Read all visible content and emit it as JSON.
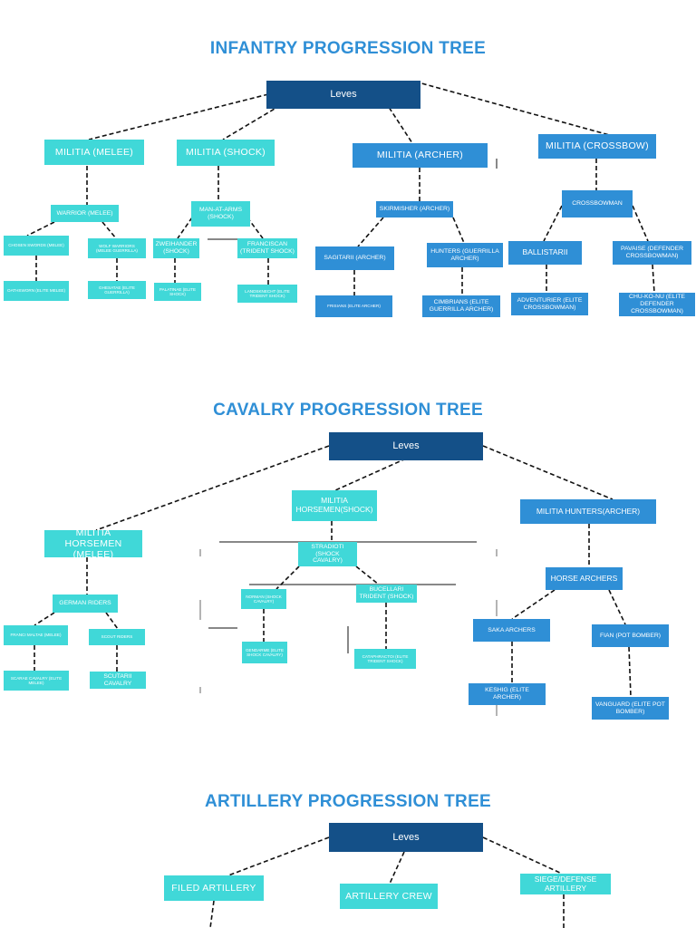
{
  "infantry": {
    "title": "INFANTRY PROGRESSION TREE",
    "root": "Leves",
    "militia_melee": "MILITIA (MELEE)",
    "militia_shock": "MILITIA (SHOCK)",
    "militia_archer": "MILITIA (ARCHER)",
    "militia_crossbow": "MILITIA (CROSSBOW)",
    "warrior_melee": "WARRIOR (MELEE)",
    "chosen_swords": "CHOSEN SWORDS (MELEE)",
    "wolf_warriors": "WOLF WARRIORS (MELEE GUERRILLA)",
    "oathsworn": "OATHSWORN (ELITE MELEE)",
    "ghesatae": "GHESATAE (ELITE GUERRILLA)",
    "man_at_arms": "MAN-AT-ARMS (SHOCK)",
    "zweihander": "ZWEIHANDER (SHOCK)",
    "franciscan": "FRANCISCAN (TRIDENT SHOCK)",
    "palatinae": "PALATINAE (ELITE SHOCK)",
    "landsknecht": "LANDSKNECHT (ELITE TRIDENT SHOCK)",
    "skirmisher": "SKIRMISHER (ARCHER)",
    "sagitarii": "SAGITARII (ARCHER)",
    "hunters": "HUNTERS (GUERRILLA ARCHER)",
    "frisians": "FRISIANS (ELITE ARCHER)",
    "cimbrians": "CIMBRIANS (ELITE GUERRILLA ARCHER)",
    "crossbowman": "CROSSBOWMAN",
    "ballistarii": "BALLISTARII",
    "pavaise": "PAVAISE (DEFENDER CROSSBOWMAN)",
    "adventurier": "ADVENTURIER (ELITE CROSSBOWMAN)",
    "chu_ko_nu": "CHU-KO-NU (ELITE DEFENDER CROSSBOWMAN)"
  },
  "cavalry": {
    "title": "CAVALRY PROGRESSION TREE",
    "root": "Leves",
    "militia_horsemen_melee": "MILITIA HORSEMEN (MELEE)",
    "militia_horsemen_shock": "MILITIA HORSEMEN(SHOCK)",
    "militia_hunters_archer": "MILITIA HUNTERS(ARCHER)",
    "german_riders": "GERMAN RIDERS",
    "frankish_maltae": "FRANCI MALTAE (MELEE)",
    "scout_riders": "SCOUT RIDERS",
    "scarae_cavalry": "SCARAE CAVALRY (ELITE MELEE)",
    "scutarii_cavalry": "SCUTARII CAVALRY",
    "stradioti": "STRADIOTI (SHOCK CAVALRY)",
    "norman_shock": "NORMAN (SHOCK CAVALRY)",
    "bucellari": "BUCELLARI TRIDENT (SHOCK)",
    "gendarme": "GENDARME (ELITE SHOCK CAVALRY)",
    "cataphractoi": "CATAPHRACTOI (ELITE TRIDENT SHOCK)",
    "horse_archers": "HORSE ARCHERS",
    "saka_archers": "SAKA ARCHERS",
    "fian": "FIAN (POT BOMBER)",
    "keshig": "KESHIG (ELITE ARCHER)",
    "vanguard": "VANGUARD (ELITE POT BOMBER)"
  },
  "artillery": {
    "title": "ARTILLERY PROGRESSION TREE",
    "root": "Leves",
    "filed_artillery": "FILED ARTILLERY",
    "artillery_crew": "ARTILLERY CREW",
    "siege_defense": "SIEGE/DEFENSE ARTILLERY"
  },
  "colors": {
    "root": "#145088",
    "teal": "#40d8d8",
    "blue": "#2f8fd6",
    "title": "#2f8fd6"
  }
}
